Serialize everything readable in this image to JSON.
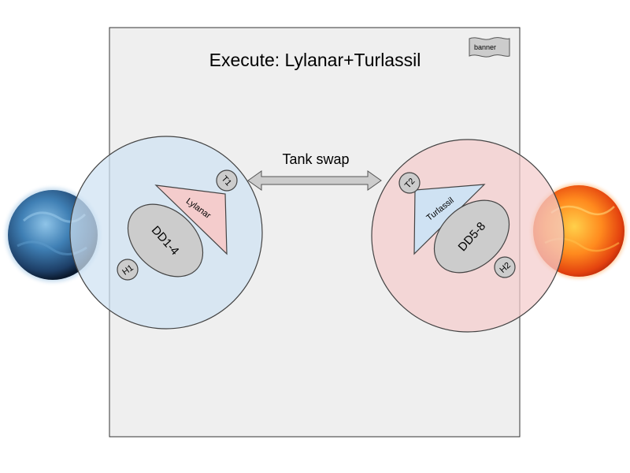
{
  "title": "Execute: Lylanar+Turlassil",
  "banner_label": "banner",
  "swap_label": "Tank swap",
  "left_group": {
    "tank": "T1",
    "boss": "Lylanar",
    "dps": "DD1-4",
    "healer": "H1"
  },
  "right_group": {
    "tank": "T2",
    "boss": "Turlassil",
    "dps": "DD5-8",
    "healer": "H2"
  },
  "colors": {
    "arena": "#efefef",
    "left_zone": "#cfe2f3",
    "right_zone": "#f4cccc",
    "lylanar_triangle": "#f4cccc",
    "turlassil_triangle": "#cfe2f3",
    "token": "#cccccc",
    "outline": "#434343",
    "water_planet": "#3a6f9e",
    "fire_planet": "#f0651a"
  },
  "icons": {
    "left_planet": "water-planet-icon",
    "right_planet": "fire-sun-icon",
    "banner": "banner-flag-icon",
    "swap": "double-arrow-icon"
  }
}
